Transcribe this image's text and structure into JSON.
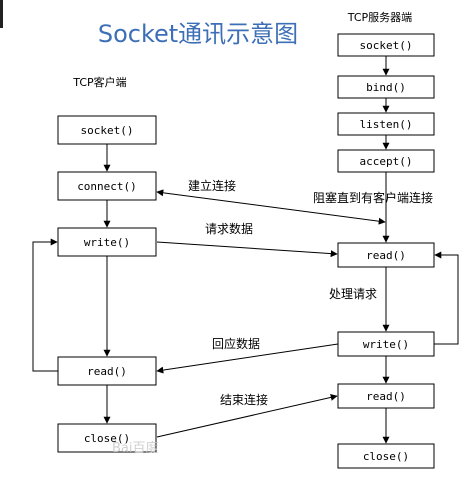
{
  "title": "Socket通讯示意图",
  "client": {
    "label": "TCP客户端",
    "boxes": [
      "socket()",
      "connect()",
      "write()",
      "read()",
      "close()"
    ]
  },
  "server": {
    "label": "TCP服务器端",
    "boxes": [
      "socket()",
      "bind()",
      "listen()",
      "accept()",
      "read()",
      "write()",
      "read()",
      "close()"
    ]
  },
  "annotations": {
    "establish": "建立连接",
    "blocked": "阻塞直到有客户端连接",
    "request": "请求数据",
    "process": "处理请求",
    "response": "回应数据",
    "end": "结束连接"
  },
  "watermark": "Bai百度",
  "colors": {
    "title": "#3d6fb6",
    "line": "#000000",
    "box_border": "#000000"
  }
}
